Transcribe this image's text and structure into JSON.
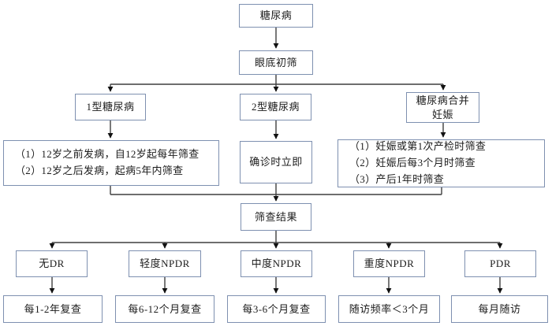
{
  "diagram": {
    "root": "糖尿病",
    "screening": "眼底初筛",
    "branches": {
      "type1": "1型糖尿病",
      "type2": "2型糖尿病",
      "pregnancy": "糖尿病合并妊娠"
    },
    "branch_rules": {
      "type1_rule1": "（1）12岁之前发病，自12岁起每年筛查",
      "type1_rule2": "（2）12岁之后发病，起病5年内筛查",
      "type2_rule": "确诊时立即",
      "pregnancy_rule1": "（1）妊娠或第1次产检时筛查",
      "pregnancy_rule2": "（2）妊娠后每3个月时筛查",
      "pregnancy_rule3": "（3）产后1年时筛查"
    },
    "result": "筛查结果",
    "grades": [
      "无DR",
      "轻度NPDR",
      "中度NPDR",
      "重度NPDR",
      "PDR"
    ],
    "followups": [
      "每1-2年复查",
      "每6-12个月复查",
      "每3-6个月复查",
      "随访频率＜3个月",
      "每月随访"
    ],
    "colors": {
      "box_border": "#7e90b0",
      "connector": "#3f3f3f",
      "arrowhead": "#111111",
      "text": "#1c1c1c",
      "background": "#ffffff"
    }
  }
}
